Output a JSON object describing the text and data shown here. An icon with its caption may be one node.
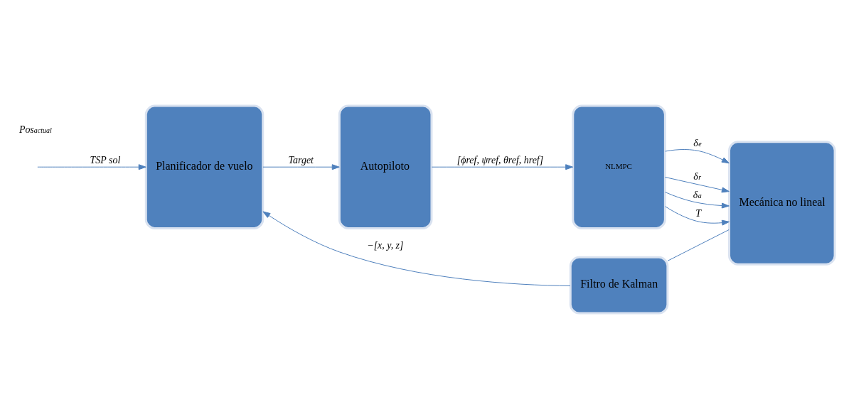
{
  "diagram": {
    "nodes": [
      {
        "text": [
          "Planificador de vuelo"
        ]
      },
      {
        "text": [
          "Autopiloto"
        ]
      },
      {
        "text": [
          "NLMPC"
        ]
      },
      {
        "text": [
          "Mecánica no lineal"
        ]
      },
      {
        "text": [
          "Filtro de Kalman"
        ]
      }
    ],
    "edges": [
      {
        "from": null,
        "to": 0,
        "arrow": "to",
        "label": "TSP sol"
      },
      {
        "from": 0,
        "to": 1,
        "arrow": "to",
        "label": "Target"
      },
      {
        "from": 1,
        "to": 2,
        "arrow": "to",
        "label": "[ϕref, ψref, θref, href]"
      },
      {
        "from": 2,
        "to": 3,
        "arrow": "to",
        "label": "δ$_{e}$"
      },
      {
        "from": 2,
        "to": 3,
        "arrow": "to",
        "label": "δ$_{r}$"
      },
      {
        "from": 2,
        "to": 3,
        "arrow": "to",
        "label": "δ$_{a}$"
      },
      {
        "from": 2,
        "to": 3,
        "arrow": "to",
        "label": "T"
      },
      {
        "from": 3,
        "to": 4,
        "arrow": "none"
      },
      {
        "from": 4,
        "to": 0,
        "arrow": "to",
        "label": "−[x, y, z]"
      }
    ],
    "labels": [
      "Pos$_{actual}$"
    ]
  }
}
